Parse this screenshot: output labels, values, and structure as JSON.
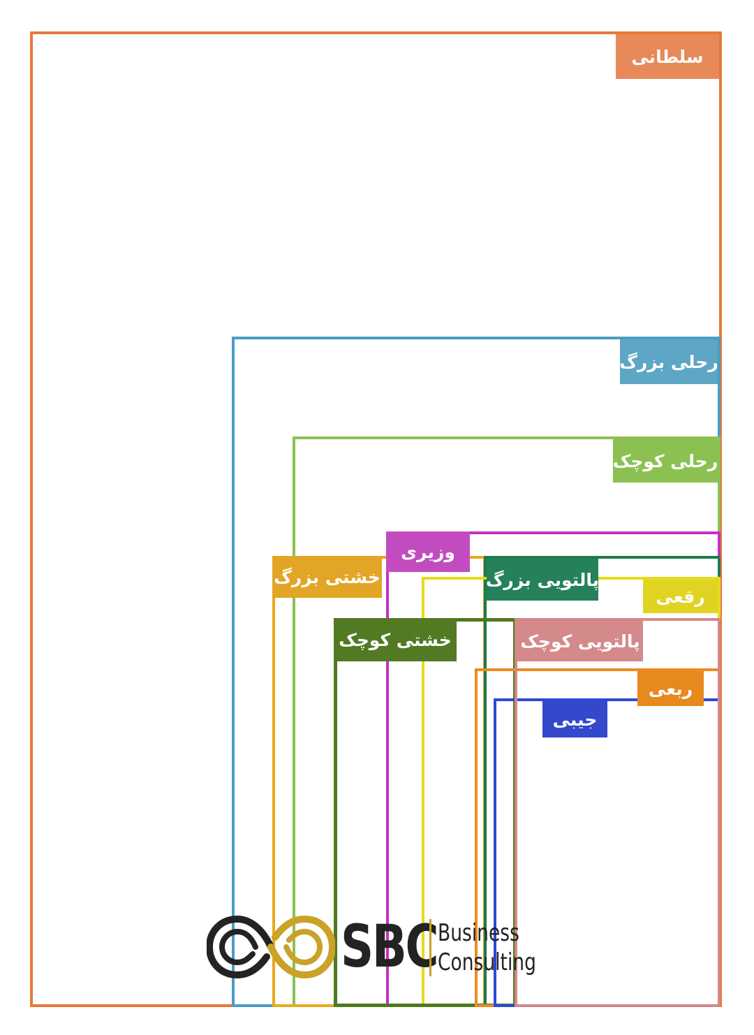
{
  "paper_sizes": [
    {
      "id": "soltani",
      "label": "سلطانی",
      "color": "#E8783A",
      "tag_color": "#E8895A"
    },
    {
      "id": "rahli-bozorg",
      "label": "رحلی بزرگ",
      "color": "#4A9DC2",
      "tag_color": "#5EA6C5"
    },
    {
      "id": "rahli-kuchak",
      "label": "رحلی کوچک",
      "color": "#8CC152",
      "tag_color": "#8CC152"
    },
    {
      "id": "vaziri",
      "label": "وزیری",
      "color": "#C62FC8",
      "tag_color": "#C24CBF"
    },
    {
      "id": "kheshti-bozorg",
      "label": "خشتی بزرگ",
      "color": "#E8A91C",
      "tag_color": "#E3A526"
    },
    {
      "id": "paltoei-bozorg",
      "label": "پالتویی بزرگ",
      "color": "#1E7A4E",
      "tag_color": "#24815A"
    },
    {
      "id": "roghei",
      "label": "رقعی",
      "color": "#E8DA1C",
      "tag_color": "#E0D322"
    },
    {
      "id": "kheshti-kuchak",
      "label": "خشتی کوچک",
      "color": "#4F7A1B",
      "tag_color": "#527A22"
    },
    {
      "id": "paltoei-kuchak",
      "label": "پالتویی کوچک",
      "color": "#D48888",
      "tag_color": "#D48A8A"
    },
    {
      "id": "robei",
      "label": "ربعی",
      "color": "#EE8A1E",
      "tag_color": "#E8891E"
    },
    {
      "id": "jibi",
      "label": "جیبی",
      "color": "#2E48D6",
      "tag_color": "#3348CC"
    }
  ],
  "logo": {
    "name": "SBC",
    "line1": "Business",
    "line2": "Consulting",
    "dark_color": "#232323",
    "gold_color": "#C9A227"
  }
}
